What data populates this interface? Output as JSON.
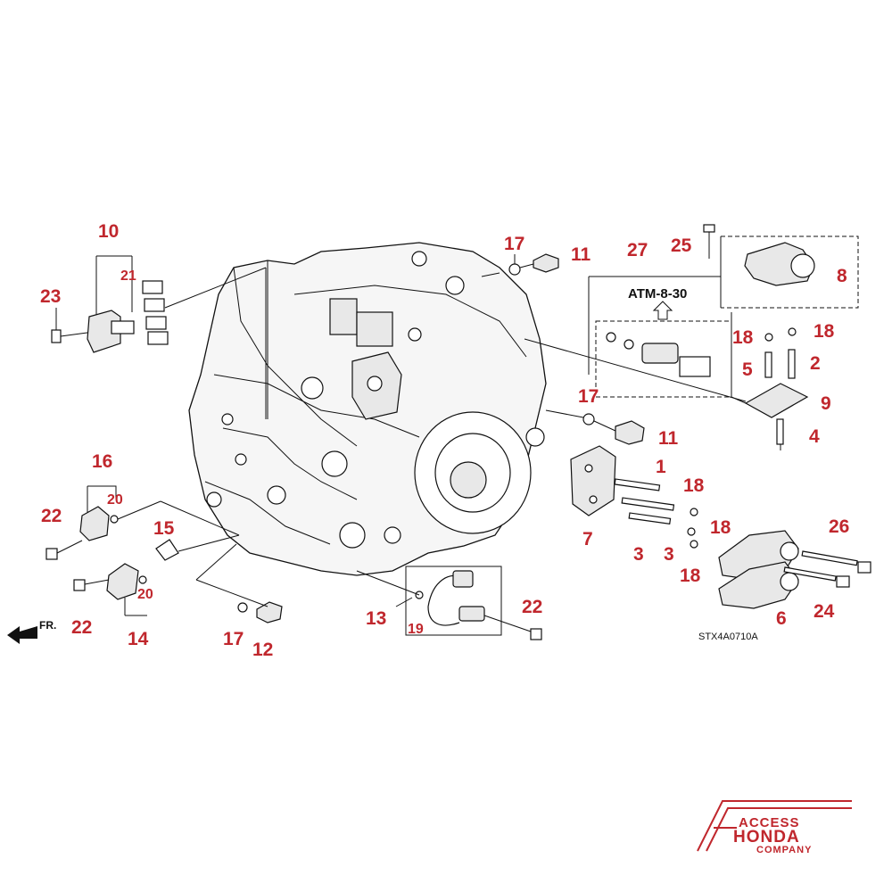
{
  "callouts": {
    "c1": "1",
    "c2": "2",
    "c3a": "3",
    "c3b": "3",
    "c4": "4",
    "c5": "5",
    "c6": "6",
    "c7": "7",
    "c8": "8",
    "c9": "9",
    "c10": "10",
    "c11a": "11",
    "c11b": "11",
    "c12": "12",
    "c13": "13",
    "c14": "14",
    "c15": "15",
    "c16": "16",
    "c17a": "17",
    "c17b": "17",
    "c17c": "17",
    "c18a": "18",
    "c18b": "18",
    "c18c": "18",
    "c18d": "18",
    "c18e": "18",
    "c19": "19",
    "c20a": "20",
    "c20b": "20",
    "c21": "21",
    "c22a": "22",
    "c22b": "22",
    "c22c": "22",
    "c23": "23",
    "c24": "24",
    "c25": "25",
    "c26": "26",
    "c27": "27"
  },
  "reference": {
    "label": "ATM-8-30"
  },
  "diagram_code": "STX4A0710A",
  "direction": {
    "label": "FR."
  },
  "logo": {
    "line1": "ACCESS",
    "line2": "HONDA",
    "line3": "COMPANY",
    "color": "#c0272d"
  },
  "colors": {
    "callout": "#c0272d",
    "line": "#111111"
  }
}
